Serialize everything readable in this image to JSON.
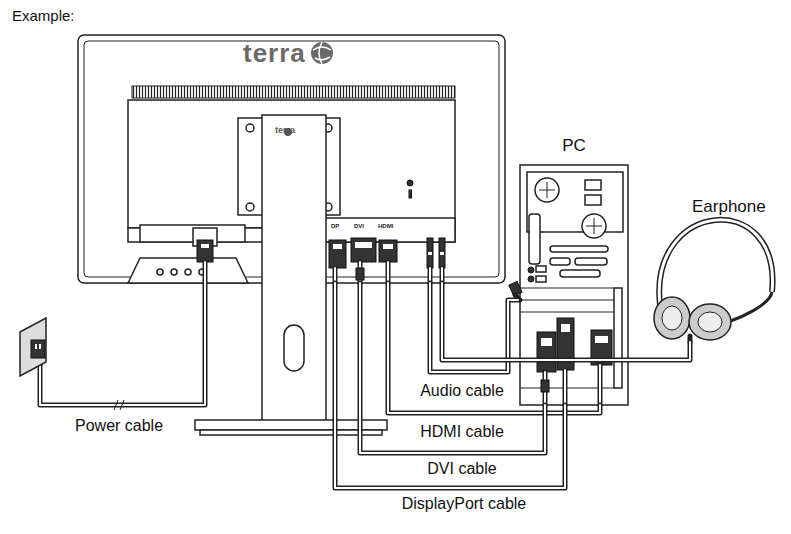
{
  "diagram": {
    "nodes": [
      {
        "text": [
          "terra",
          "terra"
        ]
      },
      {
        "text": [
          "PC"
        ]
      },
      {
        "text": [
          "Earphone"
        ]
      }
    ],
    "edges": [
      {
        "from": 0,
        "to": 1,
        "arrow": "none",
        "label": "Audio cable"
      },
      {
        "from": 0,
        "to": 1,
        "arrow": "none",
        "label": "HDMI cable"
      },
      {
        "from": 0,
        "to": 1,
        "arrow": "none",
        "label": "DVI cable"
      },
      {
        "from": 0,
        "to": 1,
        "arrow": "none",
        "label": "DisplayPort cable"
      },
      {
        "from": 0,
        "to": 2,
        "arrow": "none"
      }
    ],
    "labels": [
      "Example:",
      "Power cable",
      "DP",
      "DVI",
      "HDMI"
    ]
  }
}
